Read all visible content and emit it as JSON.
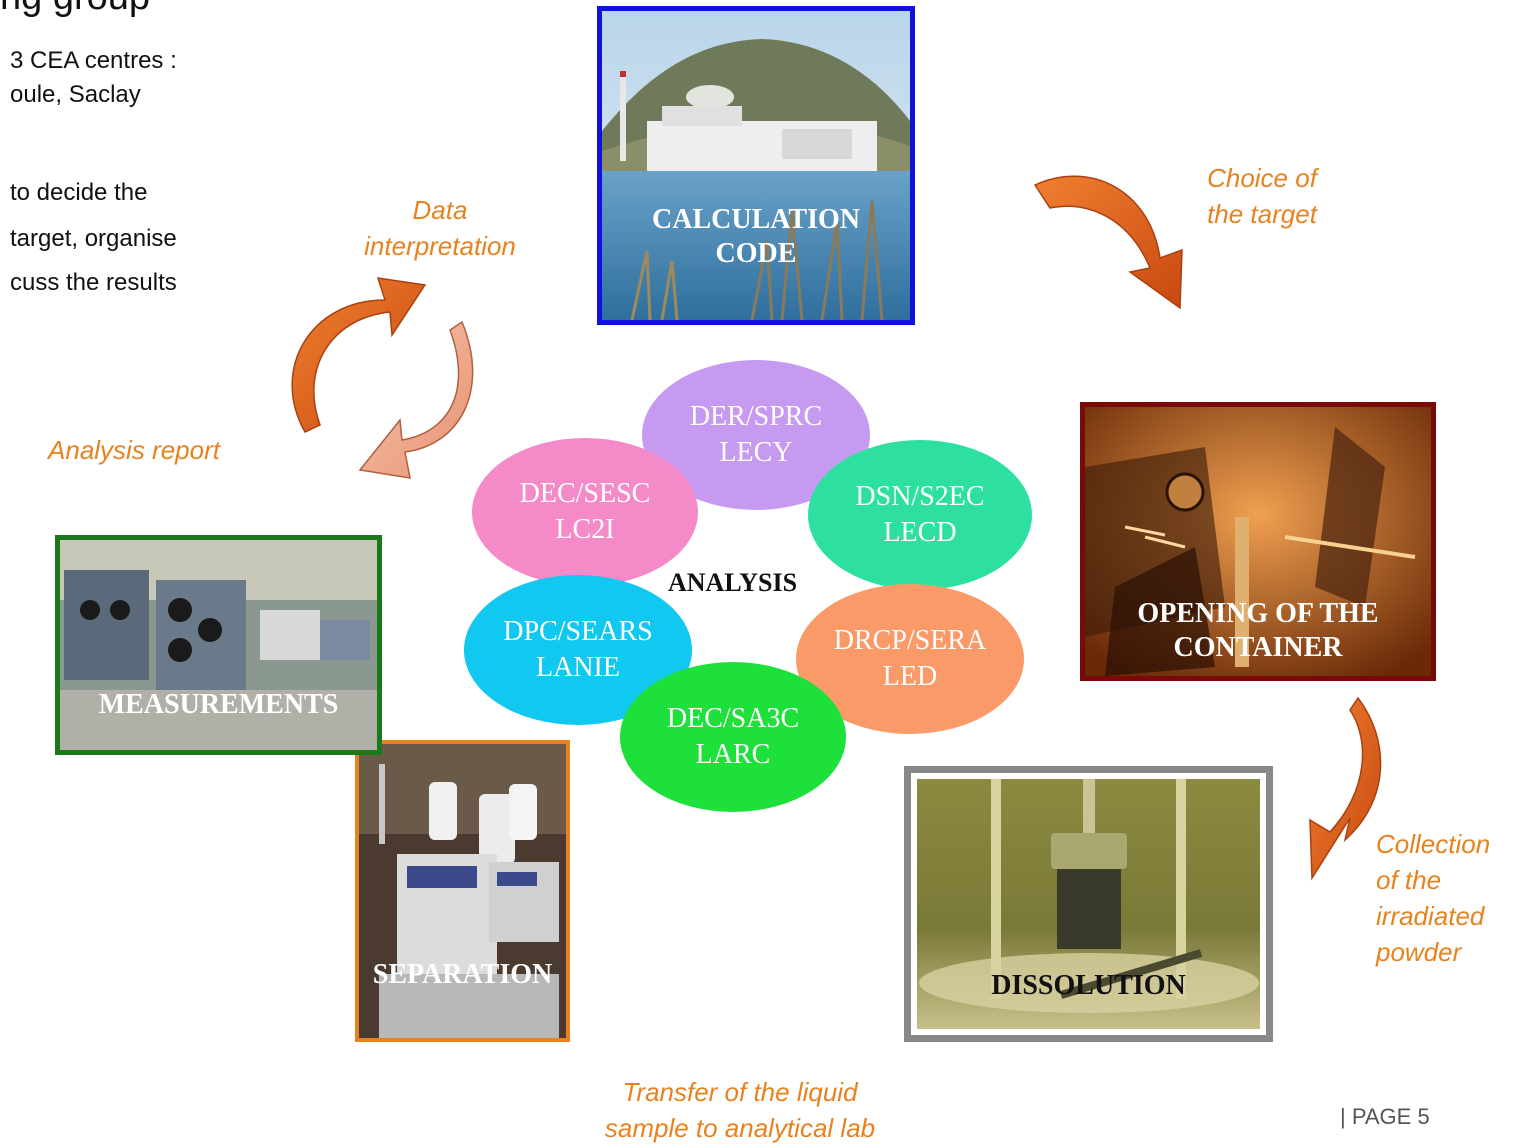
{
  "slide": {
    "heading": "ng group",
    "intro_lines": [
      "3 CEA centres :",
      "oule, Saclay",
      "to decide the",
      "target, organise",
      "cuss the results"
    ],
    "page_label": "| PAGE 5"
  },
  "steps": {
    "data_interpretation": [
      "Data",
      "interpretation"
    ],
    "choice_of_target": [
      "Choice of",
      "the target"
    ],
    "analysis_report": "Analysis report",
    "collection": [
      "Collection",
      "of the",
      "irradiated",
      "powder"
    ],
    "transfer": [
      "Transfer of the liquid",
      "sample to analytical lab"
    ]
  },
  "photos": {
    "calculation_code": {
      "label": [
        "CALCULATION",
        "CODE"
      ],
      "border_color": "#1010e0"
    },
    "opening_container": {
      "label": [
        "OPENING OF THE",
        "CONTAINER"
      ],
      "border_color": "#7a0a0a"
    },
    "dissolution": {
      "label": "DISSOLUTION",
      "border_color": "#808080"
    },
    "separation": {
      "label": "SEPARATION",
      "border_color": "#e8821e"
    },
    "measurements": {
      "label": "MEASUREMENTS",
      "border_color": "#1a7a1a"
    }
  },
  "analysis": {
    "center_label": "ANALYSIS",
    "labs": [
      {
        "id": "der",
        "lines": [
          "DER/SPRC",
          "LECY"
        ],
        "color": "#c79af2"
      },
      {
        "id": "dec-sesc",
        "lines": [
          "DEC/SESC",
          "LC2I"
        ],
        "color": "#f58ac8"
      },
      {
        "id": "dsn",
        "lines": [
          "DSN/S2EC",
          "LECD"
        ],
        "color": "#2ee0a0"
      },
      {
        "id": "dpc",
        "lines": [
          "DPC/SEARS",
          "LANIE"
        ],
        "color": "#10c8f0"
      },
      {
        "id": "drcp",
        "lines": [
          "DRCP/SERA",
          "LED"
        ],
        "color": "#fa9a68"
      },
      {
        "id": "dec-sa3c",
        "lines": [
          "DEC/SA3C",
          "LARC"
        ],
        "color": "#1ee03a"
      }
    ]
  },
  "colors": {
    "arrow_orange": "#e0601a",
    "arrow_dark": "#b84010",
    "step_text": "#e8821e"
  }
}
